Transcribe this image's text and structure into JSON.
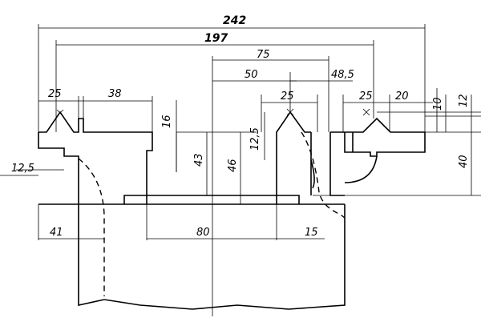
{
  "drawing": {
    "dimensions": {
      "total_width": "242",
      "guide_span": "197",
      "center_to_guide": "75",
      "center_to_v": "50",
      "v_to_guide": "48,5",
      "v_width_left": "25",
      "v_width_mid": "25",
      "v_width_right": "25",
      "shoulder_left": "38",
      "flat_right": "20",
      "step_16": "16",
      "height_43": "43",
      "height_46": "46",
      "v_height": "12,5",
      "v_depth_10": "10",
      "depth_12": "12",
      "height_40": "40",
      "offset_left": "12,5",
      "wall_41": "41",
      "width_80": "80",
      "offset_15": "15"
    }
  }
}
